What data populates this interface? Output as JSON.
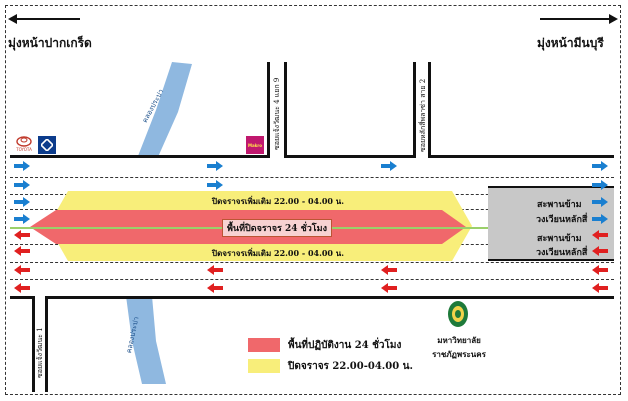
{
  "directions": {
    "left": "มุ่งหน้าปากเกร็ด",
    "right": "มุ่งหน้ามีนบุรี"
  },
  "canals": {
    "top": "คลองประปา",
    "bottom": "คลองประปา"
  },
  "side_roads": {
    "soi_4": "ซอยแจ้งวัฒนะ 4 แยก 9",
    "soi_laksi": "ซอยหลักสี่พลาซ่า สาย 2",
    "soi_1": "ซอยแจ้งวัฒนะ 1"
  },
  "zones": {
    "partial_top": "ปิดจราจรเพิ่มเติม 22.00 - 04.00 น.",
    "full_closure": "พื้นที่ปิดจราจร 24 ชั่วโมง",
    "partial_bottom": "ปิดจราจรเพิ่มเติม 22.00 - 04.00 น."
  },
  "bridges": {
    "top_1": "สะพานข้าม",
    "top_2": "วงเวียนหลักสี่",
    "bottom_1": "สะพานข้าม",
    "bottom_2": "วงเวียนหลักสี่"
  },
  "legend": {
    "item_1": "พื้นที่ปฏิบัติงาน 24 ชั่วโมง",
    "item_2": "ปิดจราจร 22.00-04.00 น."
  },
  "landmark": {
    "name_1": "มหาวิทยาลัย",
    "name_2": "ราชภัฏพระนคร"
  },
  "logos": {
    "toyota": "TOYOTA",
    "makro": "Makro"
  },
  "colors": {
    "closure_24h": "#f0686b",
    "closure_night": "#f8ee7a",
    "arrow_right": "#1a7fd0",
    "arrow_left": "#e02020",
    "canal": "#8fb8e0",
    "bridge": "#c8c8c8"
  }
}
